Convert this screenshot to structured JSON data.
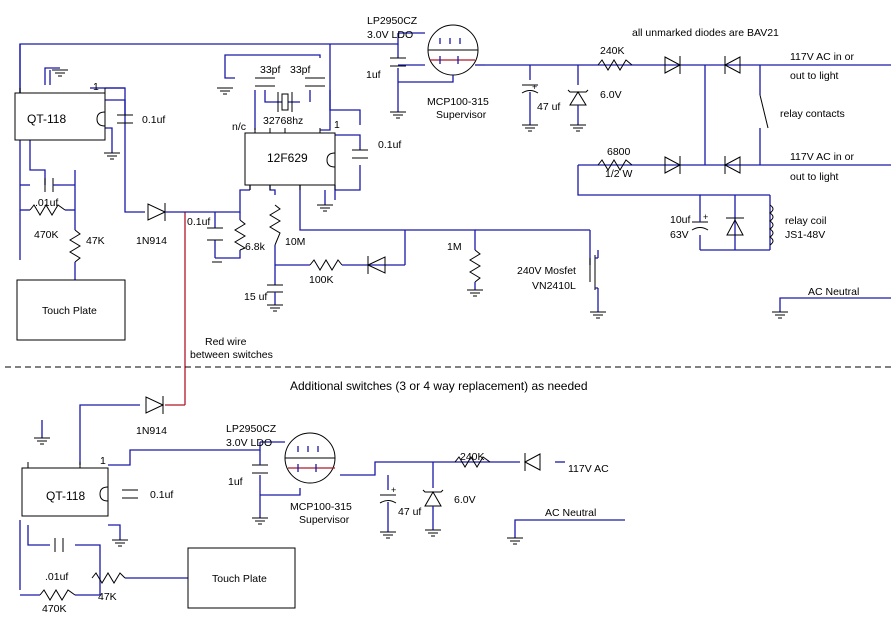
{
  "labels": {
    "ldo1": "LP2950CZ",
    "ldo1_v": "3.0V LDO",
    "cap_1uf_a": "1uf",
    "supervisor1": "MCP100-315",
    "supervisor1_sub": "Supervisor",
    "cap_47uf_a": "47 uf",
    "zener_a": "6.0V",
    "res_240k_a": "240K",
    "diodes_note": "all unmarked diodes are BAV21",
    "ac_in_a1": "117V AC in or",
    "ac_in_a2": "out to light",
    "relay_contacts": "relay contacts",
    "res_6800": "6800",
    "res_6800_w": "1/2 W",
    "ac_in_b1": "117V AC in or",
    "ac_in_b2": "out to light",
    "cap_10uf": "10uf",
    "cap_10uf_v": "63V",
    "relay_coil": "relay coil",
    "relay_coil_part": "JS1-48V",
    "mosfet": "240V Mosfet",
    "mosfet_part": "VN2410L",
    "ac_neutral_a": "AC Neutral",
    "res_1m": "1M",
    "res_10m": "10M",
    "res_100k": "100K",
    "cap_15uf": "15 uf",
    "res_68k": "6.8k",
    "cap_01uf_b": "0.1uf",
    "diode_1n914_a": "1N914",
    "mcu": "12F629",
    "mcu_pin1": "1",
    "mcu_nc": "n/c",
    "cap_01uf_mcu": "0.1uf",
    "xtal": "32768hz",
    "cap_33pf_a": "33pf",
    "cap_33pf_b": "33pf",
    "qt_a": "QT-118",
    "qt_a_pin1": "1",
    "cap_01uf_qt_a": "0.1uf",
    "cap_001uf_a": ".01uf",
    "res_470k_a": "470K",
    "res_47k_a": "47K",
    "touch_a": "Touch Plate",
    "red_wire1": "Red wire",
    "red_wire2": "between switches",
    "additional": "Additional switches (3 or 4 way replacement) as needed",
    "diode_1n914_b": "1N914",
    "ldo2": "LP2950CZ",
    "ldo2_v": "3.0V LDO",
    "cap_1uf_b": "1uf",
    "supervisor2": "MCP100-315",
    "supervisor2_sub": "Supervisor",
    "cap_47uf_b": "47 uf",
    "zener_b": "6.0V",
    "res_240k_b": "240K",
    "ac_b": "117V AC",
    "ac_neutral_b": "AC Neutral",
    "qt_b": "QT-118",
    "qt_b_pin1": "1",
    "cap_01uf_qt_b": "0.1uf",
    "cap_001uf_b": ".01uf",
    "res_470k_b": "470K",
    "res_47k_b": "47K",
    "touch_b": "Touch Plate"
  },
  "colors": {
    "wire": "#1a1aa8",
    "red_wire": "#b01828",
    "component": "#000000",
    "background": "#ffffff"
  }
}
